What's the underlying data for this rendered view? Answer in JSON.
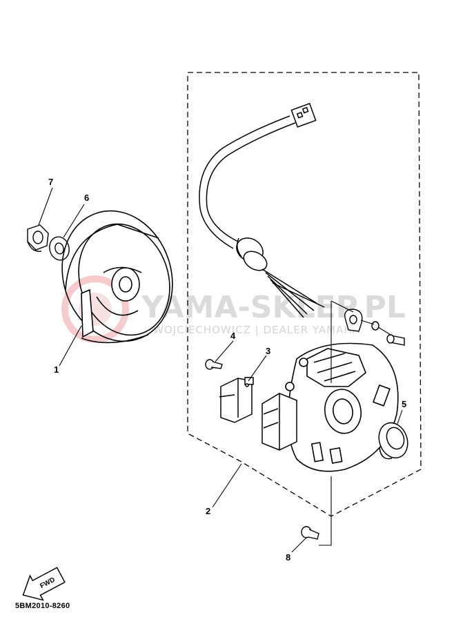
{
  "diagram": {
    "part_number": "5BM2010-8260",
    "fwd_label": "FWD",
    "watermark": {
      "main": "YAMA-SKLEP.PL",
      "sub": "WOJCIECHOWICZ | DEALER YAMAHA"
    },
    "callouts": [
      "1",
      "2",
      "3",
      "4",
      "5",
      "6",
      "7",
      "8"
    ]
  }
}
